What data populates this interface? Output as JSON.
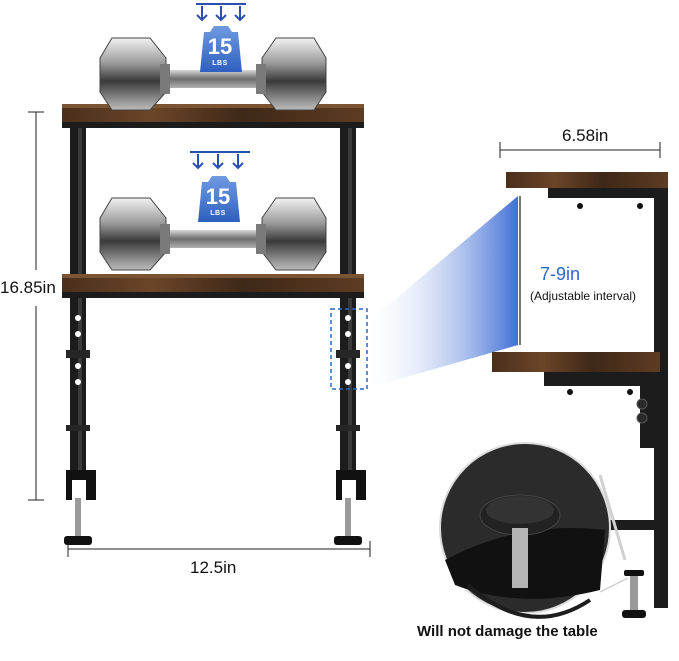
{
  "dimensions": {
    "height": "16.85in",
    "width_bottom": "12.5in",
    "width_detail": "6.58in"
  },
  "adjustable": {
    "range": "7-9in",
    "note": "(Adjustable interval)"
  },
  "weight_badges": [
    {
      "value": "15",
      "unit": "LBS"
    },
    {
      "value": "15",
      "unit": "LBS"
    }
  ],
  "caption": "Will not damage the table",
  "colors": {
    "wood": "#5a3a22",
    "metal": "#1c1c1c",
    "accent_blue": "#2b66c9",
    "arrow_blue": "#2a4fb0"
  }
}
